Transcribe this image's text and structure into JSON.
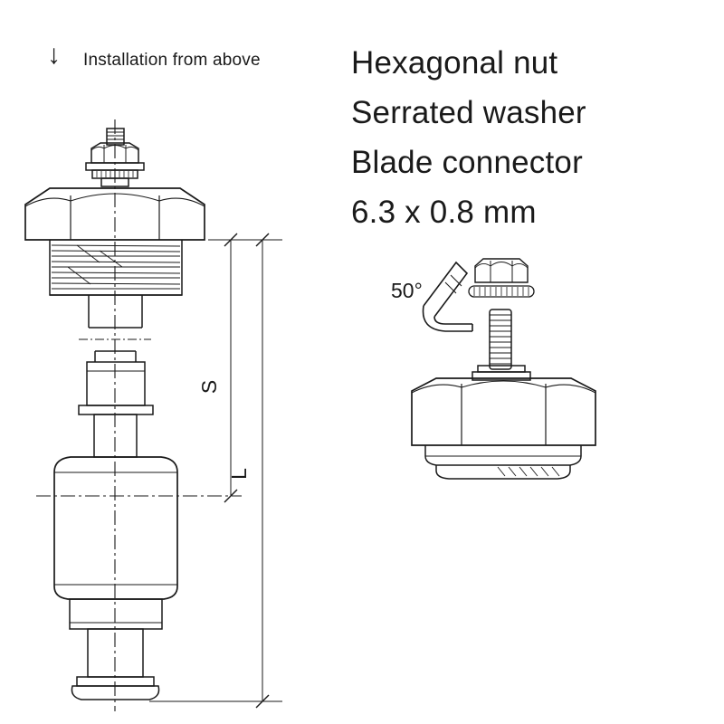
{
  "colors": {
    "ink": "#1a1a1a",
    "background": "#ffffff"
  },
  "annotation": {
    "arrow_glyph": "↓",
    "label": "Installation from above"
  },
  "parts_list": {
    "lines": [
      "Hexagonal nut",
      "Serrated washer",
      "Blade connector",
      "6.3 x 0.8 mm"
    ]
  },
  "detail": {
    "angle": "50°"
  },
  "dimensions": {
    "s": "S",
    "l": "L"
  }
}
